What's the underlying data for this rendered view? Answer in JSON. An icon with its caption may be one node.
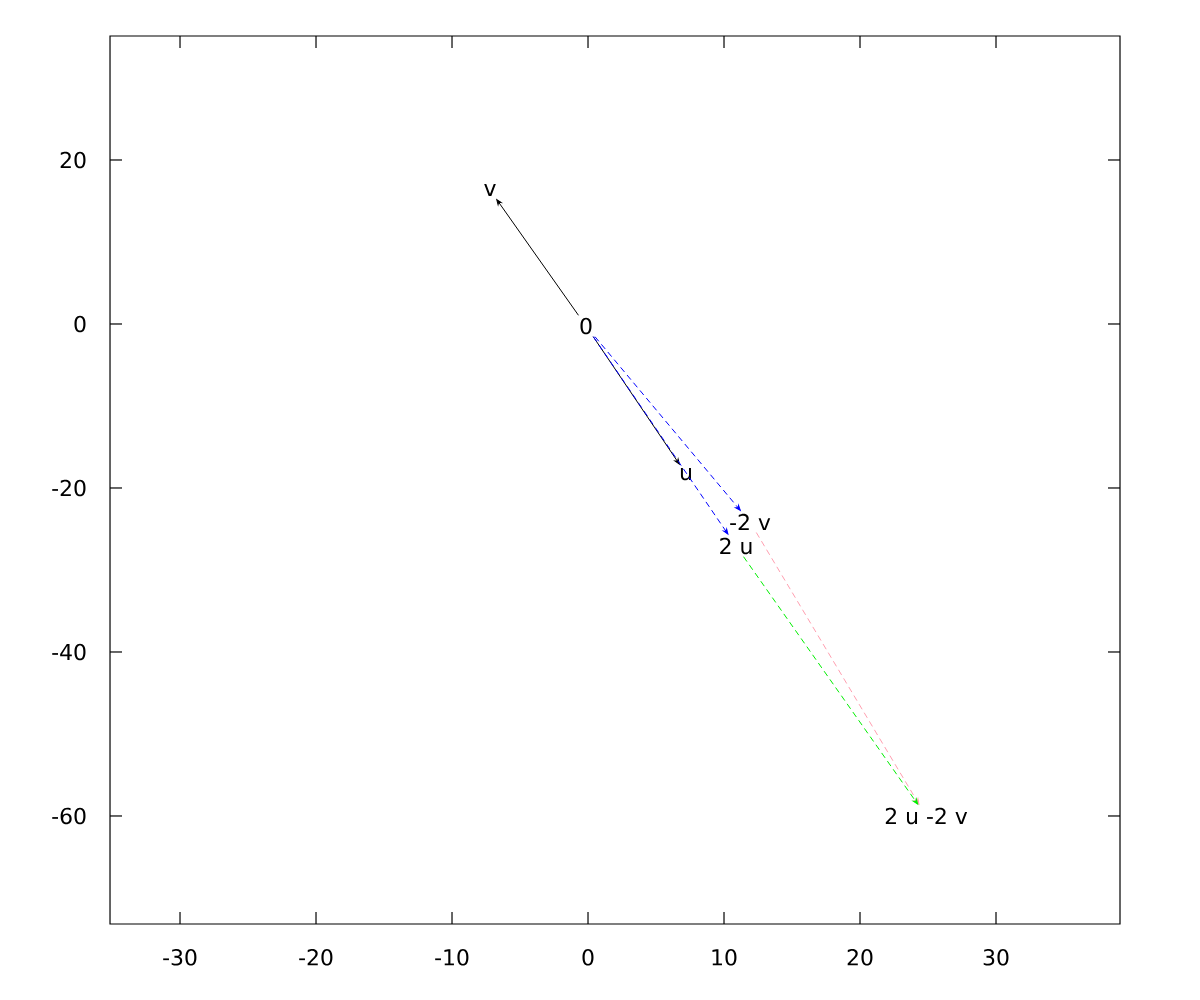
{
  "diagram": {
    "nodes": [
      {
        "text": [
          "0"
        ]
      },
      {
        "text": [
          "v"
        ]
      },
      {
        "text": [
          "u"
        ]
      },
      {
        "text": [
          "-2 v"
        ]
      },
      {
        "text": [
          "2 u"
        ]
      },
      {
        "text": [
          "2 u -2 v"
        ]
      }
    ],
    "edges": [
      {
        "from": 0,
        "to": 1,
        "arrow": "to"
      },
      {
        "from": 0,
        "to": 2,
        "arrow": "to"
      },
      {
        "from": 0,
        "to": 3,
        "arrow": "to",
        "style": "dashed",
        "color": "#0000ff"
      },
      {
        "from": 0,
        "to": 4,
        "arrow": "to",
        "style": "dashed",
        "color": "#0000ff"
      },
      {
        "from": 3,
        "to": 5,
        "arrow": "to",
        "style": "dashed",
        "color": "#ff9fb0"
      },
      {
        "from": 4,
        "to": 5,
        "arrow": "to",
        "style": "dashed",
        "color": "#00ee00"
      }
    ],
    "labels": [
      "20",
      "0",
      "-20",
      "-40",
      "-60",
      "-30",
      "-20",
      "-10",
      "0",
      "10",
      "20",
      "30"
    ]
  }
}
